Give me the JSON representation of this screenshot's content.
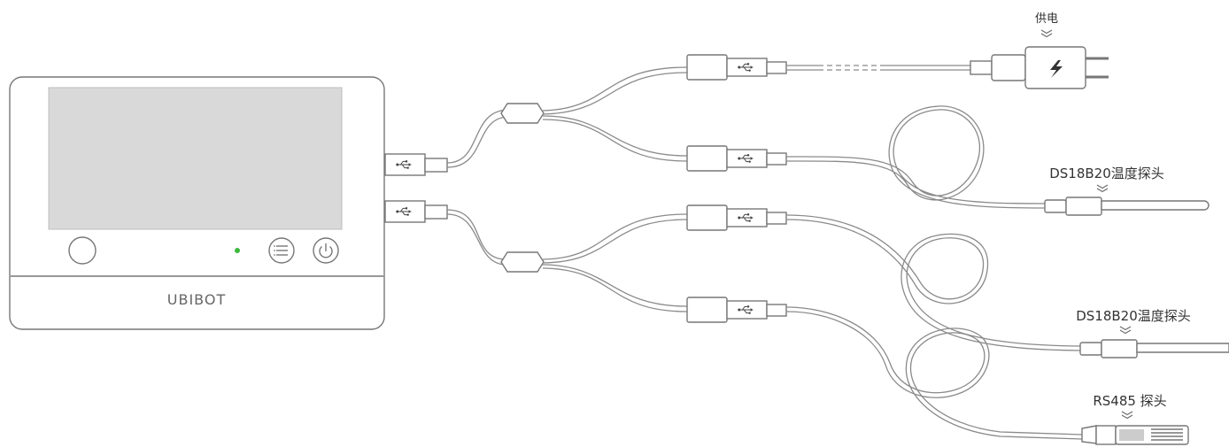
{
  "device": {
    "brand": "UBIBOT",
    "led_color": "#3db83d"
  },
  "labels": {
    "power": "供电",
    "probe_top": "DS18B20温度探头",
    "probe_middle": "DS18B20温度探头",
    "probe_bottom": "RS485 探头"
  },
  "icons": {
    "power_plug_symbol": "lightning-icon",
    "usb_symbol": "usb-icon",
    "menu_button": "menu-icon",
    "power_button": "power-icon"
  }
}
